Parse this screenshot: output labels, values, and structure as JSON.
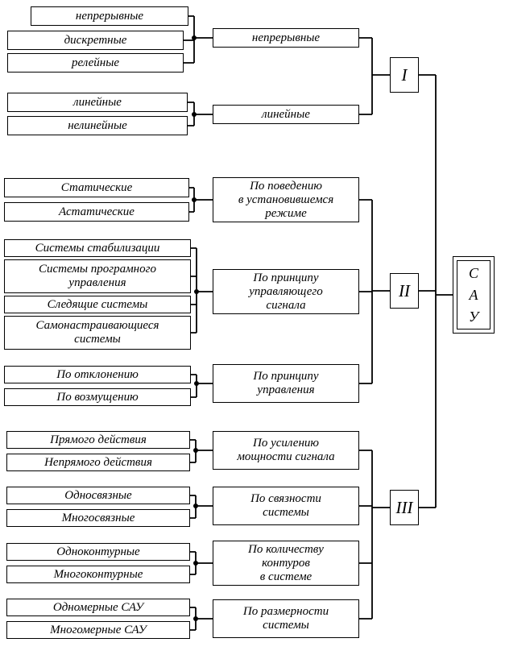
{
  "diagram": {
    "root": {
      "letters": [
        "С",
        "А",
        "У"
      ]
    },
    "sections": [
      {
        "numeral": "I",
        "branches": [
          {
            "category": {
              "lines": [
                "непрерывные"
              ]
            },
            "items": [
              {
                "lines": [
                  "непрерывные"
                ]
              },
              {
                "lines": [
                  "дискретные"
                ]
              },
              {
                "lines": [
                  "релейные"
                ]
              }
            ]
          },
          {
            "category": {
              "lines": [
                "линейные"
              ]
            },
            "items": [
              {
                "lines": [
                  "линейные"
                ]
              },
              {
                "lines": [
                  "нелинейные"
                ]
              }
            ]
          }
        ]
      },
      {
        "numeral": "II",
        "branches": [
          {
            "category": {
              "lines": [
                "По поведению",
                "в установившемся",
                "режиме"
              ]
            },
            "items": [
              {
                "lines": [
                  "Статические"
                ]
              },
              {
                "lines": [
                  "Астатические"
                ]
              }
            ]
          },
          {
            "category": {
              "lines": [
                "По принципу",
                "управляющего",
                "сигнала"
              ]
            },
            "items": [
              {
                "lines": [
                  "Системы стабилизации"
                ]
              },
              {
                "lines": [
                  "Системы програмного",
                  "управления"
                ]
              },
              {
                "lines": [
                  "Следящие системы"
                ]
              },
              {
                "lines": [
                  "Самонастраивающиеся",
                  "системы"
                ]
              }
            ]
          },
          {
            "category": {
              "lines": [
                "По принципу",
                "управления"
              ]
            },
            "items": [
              {
                "lines": [
                  "По отклонению"
                ]
              },
              {
                "lines": [
                  "По возмущению"
                ]
              }
            ]
          }
        ]
      },
      {
        "numeral": "III",
        "branches": [
          {
            "category": {
              "lines": [
                "По усилению",
                "мощности сигнала"
              ]
            },
            "items": [
              {
                "lines": [
                  "Прямого действия"
                ]
              },
              {
                "lines": [
                  "Непрямого действия"
                ]
              }
            ]
          },
          {
            "category": {
              "lines": [
                "По связности",
                "системы"
              ]
            },
            "items": [
              {
                "lines": [
                  "Односвязные"
                ]
              },
              {
                "lines": [
                  "Многосвязные"
                ]
              }
            ]
          },
          {
            "category": {
              "lines": [
                "По количеству",
                "контуров",
                "в системе"
              ]
            },
            "items": [
              {
                "lines": [
                  "Одноконтурные"
                ]
              },
              {
                "lines": [
                  "Многоконтурные"
                ]
              }
            ]
          },
          {
            "category": {
              "lines": [
                "По размерности",
                "системы"
              ]
            },
            "items": [
              {
                "lines": [
                  "Одномерные САУ"
                ]
              },
              {
                "lines": [
                  "Многомерные САУ"
                ]
              }
            ]
          }
        ]
      }
    ]
  }
}
